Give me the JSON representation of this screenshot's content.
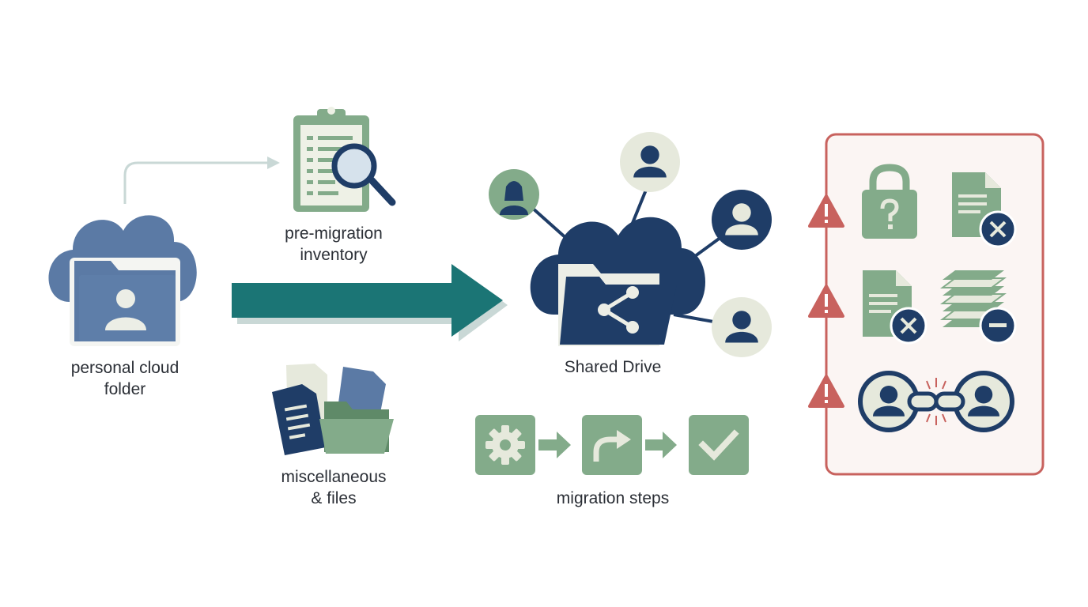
{
  "diagram": {
    "source": {
      "label_line1": "personal cloud",
      "label_line2": "folder",
      "icon": "cloud-folder-user-icon"
    },
    "inventory": {
      "label_line1": "pre-migration",
      "label_line2": "inventory",
      "icon": "clipboard-magnifier-icon"
    },
    "files": {
      "label_line1": "miscellaneous",
      "label_line2": "& files",
      "icon": "documents-folder-icon"
    },
    "target": {
      "label": "Shared Drive",
      "icon": "cloud-shared-folder-icon"
    },
    "steps": {
      "label": "migration steps",
      "icons": [
        "gear-icon",
        "redirect-arrow-icon",
        "checkmark-icon"
      ]
    },
    "risks": {
      "icons": [
        "warning-icon",
        "lock-question-icon",
        "document-x-icon",
        "warning-icon",
        "document-x-icon",
        "stack-minus-icon",
        "warning-icon",
        "broken-link-users-icon"
      ]
    },
    "colors": {
      "navy": "#1f3d67",
      "blue": "#5b7aa5",
      "teal": "#1b7575",
      "green": "#83ab8a",
      "pale": "#e6e9dc",
      "warning": "#c8625e",
      "panel_bg": "#fbf5f3"
    }
  }
}
